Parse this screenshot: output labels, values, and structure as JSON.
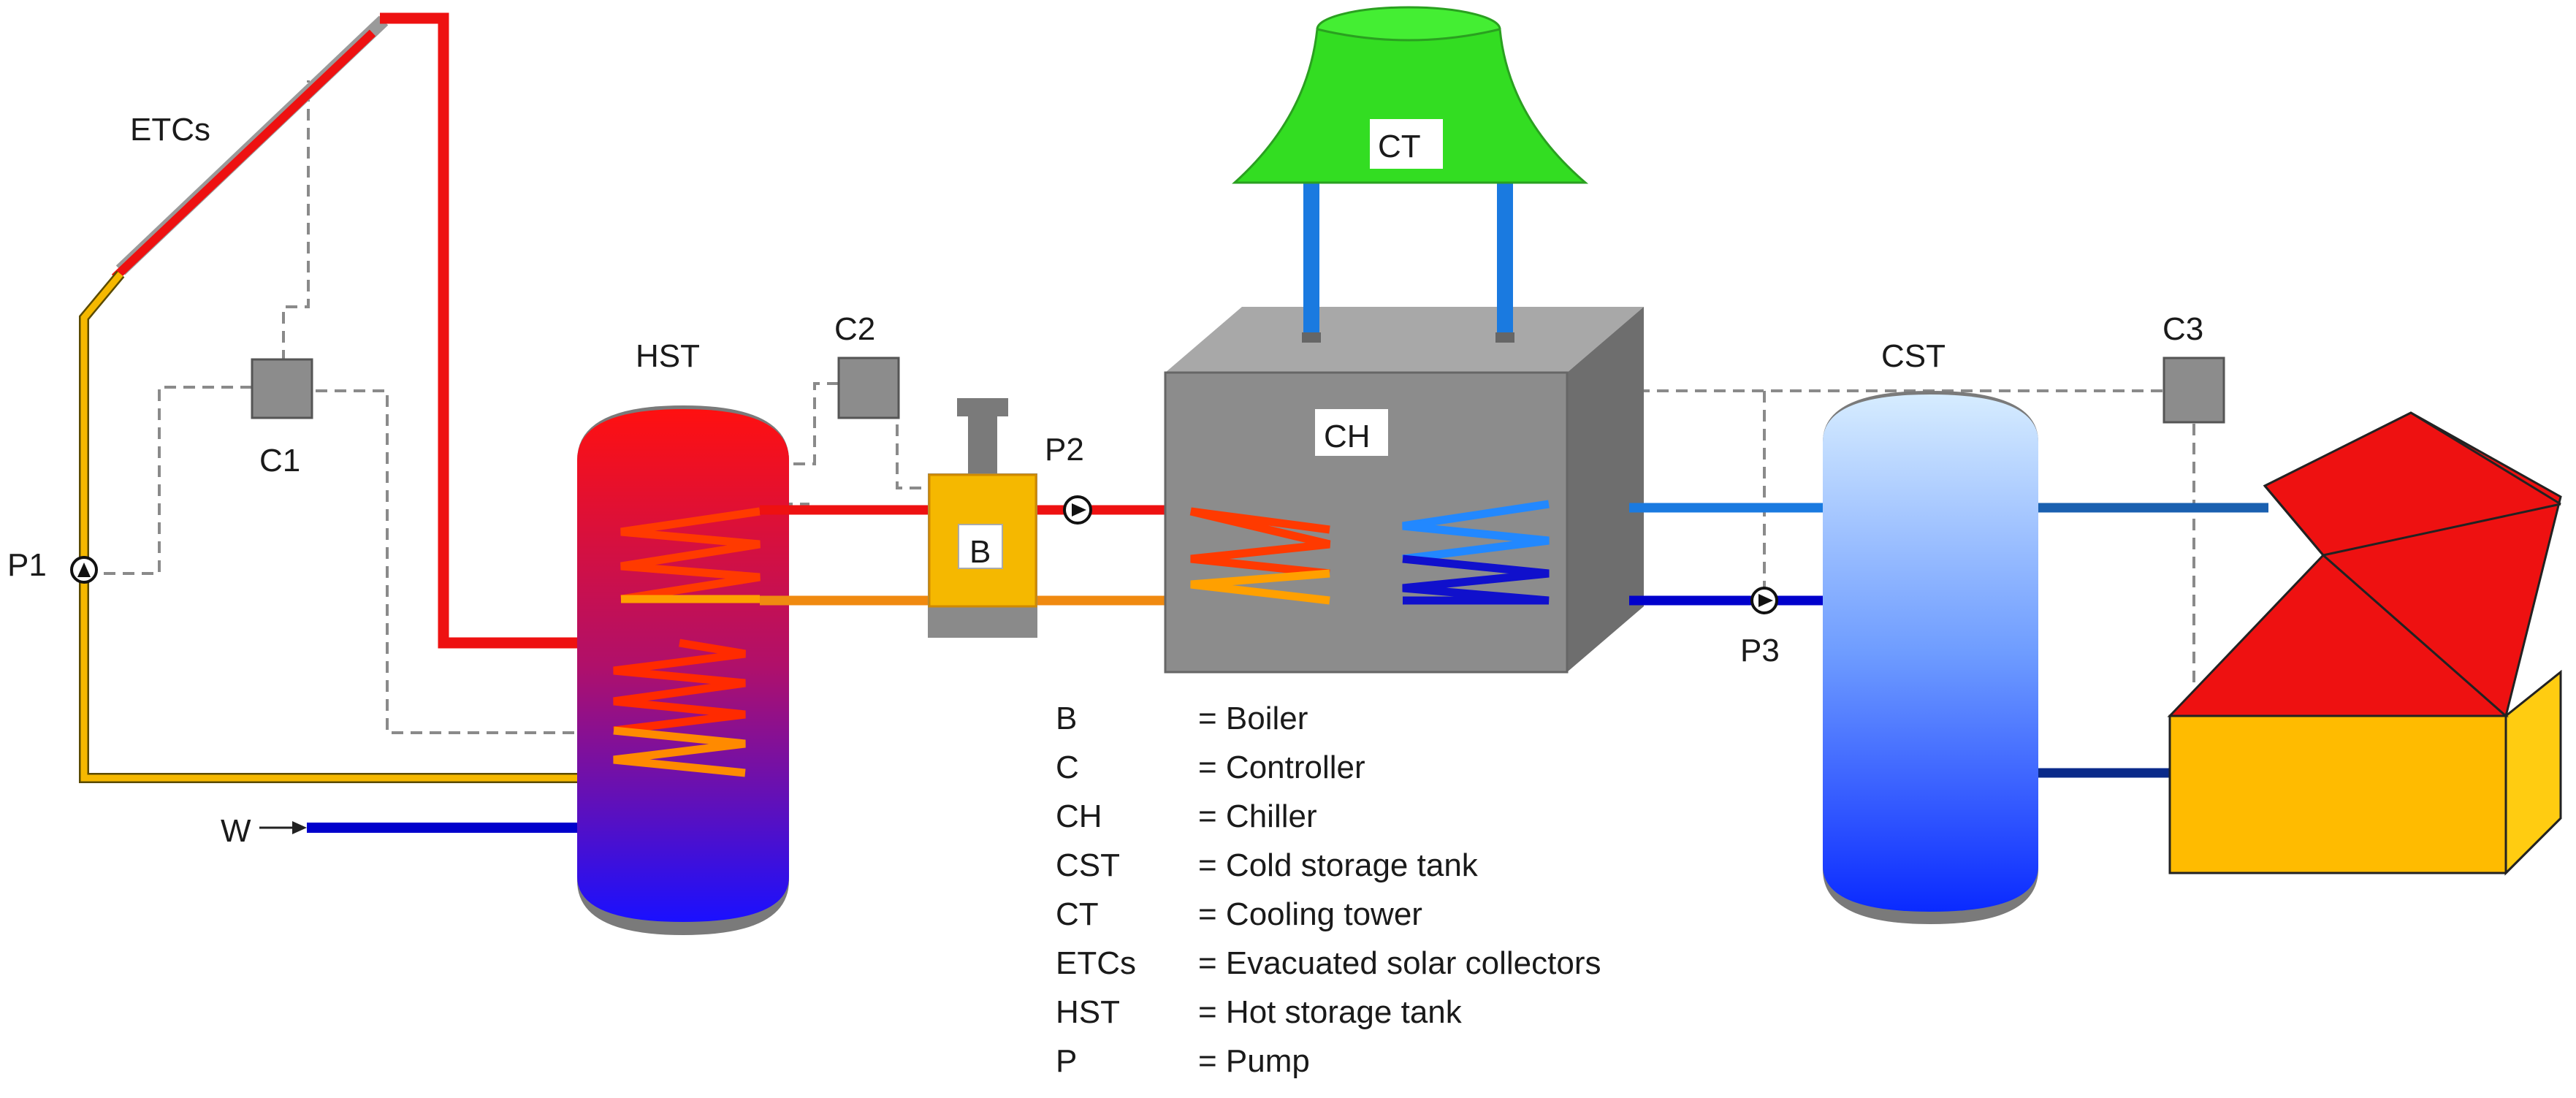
{
  "labels": {
    "etcs": "ETCs",
    "c1": "C1",
    "c2": "C2",
    "c3": "C3",
    "p1": "P1",
    "p2": "P2",
    "p3": "P3",
    "hst": "HST",
    "cst": "CST",
    "b": "B",
    "ch": "CH",
    "ct": "CT",
    "w": "W"
  },
  "legend": [
    {
      "abbr": "B",
      "desc": "= Boiler"
    },
    {
      "abbr": "C",
      "desc": "= Controller"
    },
    {
      "abbr": "CH",
      "desc": "= Chiller"
    },
    {
      "abbr": "CST",
      "desc": "= Cold storage tank"
    },
    {
      "abbr": "CT",
      "desc": "= Cooling tower"
    },
    {
      "abbr": "ETCs",
      "desc": "= Evacuated solar collectors"
    },
    {
      "abbr": "HST",
      "desc": "= Hot storage tank"
    },
    {
      "abbr": "P",
      "desc": "= Pump"
    }
  ],
  "colors": {
    "hot_pipe": "#e01010",
    "solar_loop": "#f5b800",
    "warm_pipe": "#f08a10",
    "cold_pipe": "#1a7ae0",
    "cold_water": "#0000cc",
    "cooling_tower": "#33dd22",
    "chiller": "#8c8c8c",
    "boiler": "#f5b800",
    "house_roof": "#ee1111",
    "house_wall": "#ffbb00"
  }
}
